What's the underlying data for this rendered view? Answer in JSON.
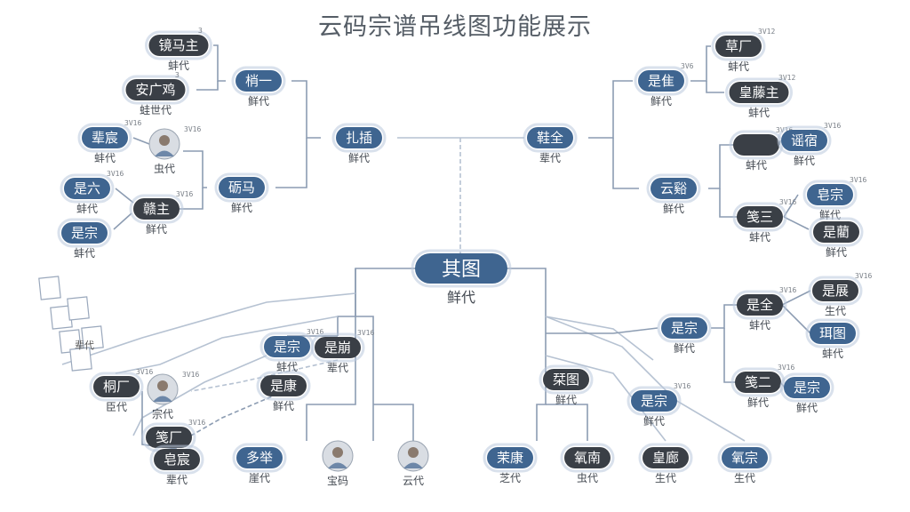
{
  "title": "云码宗谱吊线图功能展示",
  "colors": {
    "dark_node": "#3a3f46",
    "blue_node": "#3f6590",
    "line": "#8c9cb2",
    "title": "#555d66"
  },
  "root": {
    "name": "其图",
    "gen": "鲜代"
  },
  "nodes": [
    {
      "id": "n1",
      "name": "镜马主",
      "gen": "蚌代",
      "style": "dark",
      "tiny": "3"
    },
    {
      "id": "n2",
      "name": "安广鸡",
      "gen": "蛙世代",
      "style": "dark",
      "tiny": "3"
    },
    {
      "id": "n3",
      "name": "梢一",
      "gen": "鲜代",
      "style": "blue",
      "tiny": ""
    },
    {
      "id": "n4",
      "name": "扎插",
      "gen": "鲜代",
      "style": "blue",
      "tiny": ""
    },
    {
      "id": "n5",
      "name": "辈宸",
      "gen": "蚌代",
      "style": "blue",
      "tiny": "3V16"
    },
    {
      "id": "n6",
      "name": "",
      "gen": "虫代",
      "style": "photo",
      "tiny": "3V16"
    },
    {
      "id": "n7",
      "name": "是六",
      "gen": "蚌代",
      "style": "blue",
      "tiny": "3V16"
    },
    {
      "id": "n8",
      "name": "赣主",
      "gen": "鲜代",
      "style": "dark",
      "tiny": "3V16"
    },
    {
      "id": "n9",
      "name": "砺马",
      "gen": "鲜代",
      "style": "blue",
      "tiny": ""
    },
    {
      "id": "n10",
      "name": "是宗",
      "gen": "蚌代",
      "style": "blue",
      "tiny": ""
    },
    {
      "id": "n11",
      "name": "鞋全",
      "gen": "辈代",
      "style": "blue",
      "tiny": ""
    },
    {
      "id": "n12",
      "name": "草厂",
      "gen": "蚌代",
      "style": "dark",
      "tiny": "3V12"
    },
    {
      "id": "n13",
      "name": "是隹",
      "gen": "鲜代",
      "style": "blue",
      "tiny": "3V6"
    },
    {
      "id": "n14",
      "name": "皇藤主",
      "gen": "蚌代",
      "style": "dark",
      "tiny": "3V12"
    },
    {
      "id": "n15",
      "name": "云谿",
      "gen": "鲜代",
      "style": "blue",
      "tiny": ""
    },
    {
      "id": "n16",
      "name": "",
      "gen": "蚌代",
      "style": "dark",
      "tiny": "3V16"
    },
    {
      "id": "n17",
      "name": "谣宿",
      "gen": "鲜代",
      "style": "blue",
      "tiny": "3V16"
    },
    {
      "id": "n18",
      "name": "笺三",
      "gen": "蚌代",
      "style": "dark",
      "tiny": "3V16"
    },
    {
      "id": "n19",
      "name": "皂宗",
      "gen": "鲜代",
      "style": "blue",
      "tiny": "3V16"
    },
    {
      "id": "n20",
      "name": "是藺",
      "gen": "鲜代",
      "style": "dark",
      "tiny": ""
    },
    {
      "id": "n21",
      "name": "是宗",
      "gen": "鲜代",
      "style": "blue",
      "tiny": ""
    },
    {
      "id": "n22",
      "name": "是全",
      "gen": "蚌代",
      "style": "dark",
      "tiny": "3V16"
    },
    {
      "id": "n23",
      "name": "是展",
      "gen": "生代",
      "style": "dark",
      "tiny": "3V16"
    },
    {
      "id": "n24",
      "name": "珥图",
      "gen": "蚌代",
      "style": "blue",
      "tiny": ""
    },
    {
      "id": "n25",
      "name": "笺二",
      "gen": "鲜代",
      "style": "dark",
      "tiny": "3V16"
    },
    {
      "id": "n26",
      "name": "是宗",
      "gen": "鲜代",
      "style": "blue",
      "tiny": ""
    },
    {
      "id": "n27",
      "name": "是宗",
      "gen": "蚌代",
      "style": "blue",
      "tiny": "3V16"
    },
    {
      "id": "n28",
      "name": "是崩",
      "gen": "辈代",
      "style": "dark",
      "tiny": "3V16"
    },
    {
      "id": "n29",
      "name": "是康",
      "gen": "鲜代",
      "style": "dark",
      "tiny": ""
    },
    {
      "id": "n30",
      "name": "桐厂",
      "gen": "臣代",
      "style": "dark",
      "tiny": "3V16"
    },
    {
      "id": "n31",
      "name": "",
      "gen": "宗代",
      "style": "photo",
      "tiny": "3V16"
    },
    {
      "id": "n32",
      "name": "笺厂",
      "gen": "",
      "style": "dark",
      "tiny": "3V16"
    },
    {
      "id": "n33",
      "name": "皂宸",
      "gen": "辈代",
      "style": "dark",
      "tiny": ""
    },
    {
      "id": "n34",
      "name": "多举",
      "gen": "崖代",
      "style": "blue",
      "tiny": ""
    },
    {
      "id": "n35",
      "name": "",
      "gen": "宝码",
      "style": "photo",
      "tiny": ""
    },
    {
      "id": "n36",
      "name": "",
      "gen": "云代",
      "style": "photo",
      "tiny": ""
    },
    {
      "id": "n37",
      "name": "栞图",
      "gen": "鲜代",
      "style": "dark",
      "tiny": ""
    },
    {
      "id": "n38",
      "name": "是宗",
      "gen": "鲜代",
      "style": "blue",
      "tiny": "3V16"
    },
    {
      "id": "n39",
      "name": "茉康",
      "gen": "芝代",
      "style": "blue",
      "tiny": ""
    },
    {
      "id": "n40",
      "name": "氧南",
      "gen": "虫代",
      "style": "dark",
      "tiny": ""
    },
    {
      "id": "n41",
      "name": "皇廊",
      "gen": "生代",
      "style": "dark",
      "tiny": ""
    },
    {
      "id": "n42",
      "name": "氧宗",
      "gen": "生代",
      "style": "blue",
      "tiny": ""
    }
  ],
  "stub_label": "辈代"
}
